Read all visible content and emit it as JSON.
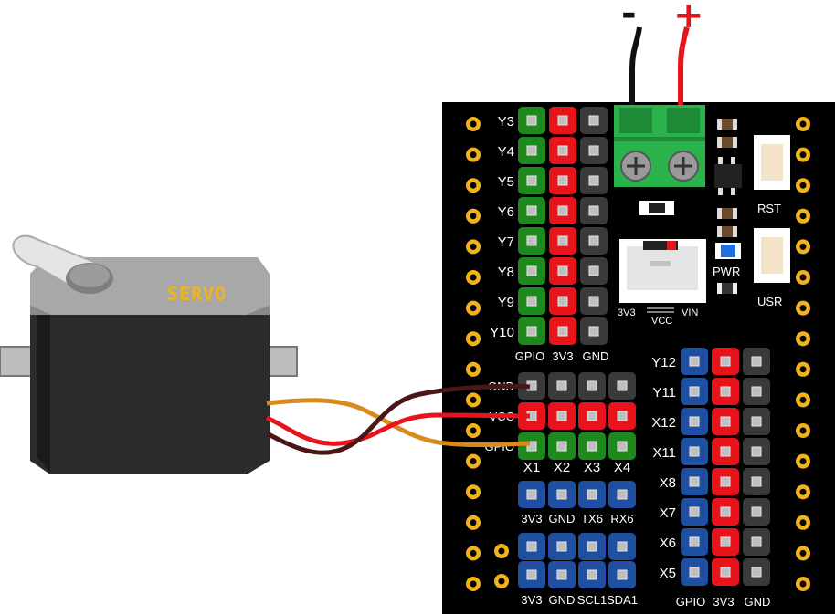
{
  "terminal": {
    "minus": "-",
    "plus": "+"
  },
  "servo": {
    "label": "SERVO"
  },
  "left_header": {
    "pins": [
      "Y3",
      "Y4",
      "Y5",
      "Y6",
      "Y7",
      "Y8",
      "Y9",
      "Y10"
    ],
    "columns": [
      "GPIO",
      "3V3",
      "GND"
    ]
  },
  "right_header": {
    "pins": [
      "Y12",
      "Y11",
      "X12",
      "X11",
      "X8",
      "X7",
      "X6",
      "X5"
    ],
    "columns": [
      "GPIO",
      "3V3",
      "GND"
    ]
  },
  "x_header": {
    "rows": [
      "GND",
      "VCC",
      "GPIO"
    ],
    "cols": [
      "X1",
      "X2",
      "X3",
      "X4"
    ]
  },
  "uart": [
    "3V3",
    "GND",
    "TX6",
    "RX6"
  ],
  "i2c": [
    "3V3",
    "GND",
    "SCL1",
    "SDA1"
  ],
  "switch": {
    "left": "3V3",
    "mid": "VCC",
    "right": "VIN"
  },
  "buttons": {
    "rst": "RST",
    "usr": "USR"
  },
  "led": {
    "label": "PWR"
  },
  "colors": {
    "board": "#000000",
    "gpio": "#1e8a1e",
    "vcc": "#e8141c",
    "gnd": "#3a3a3a",
    "blue": "#1f4fa0",
    "terminal": "#29b34a",
    "servo_body": "#2e2e2e",
    "servo_top": "#a9a9a9",
    "pad": "#f2b31a"
  }
}
